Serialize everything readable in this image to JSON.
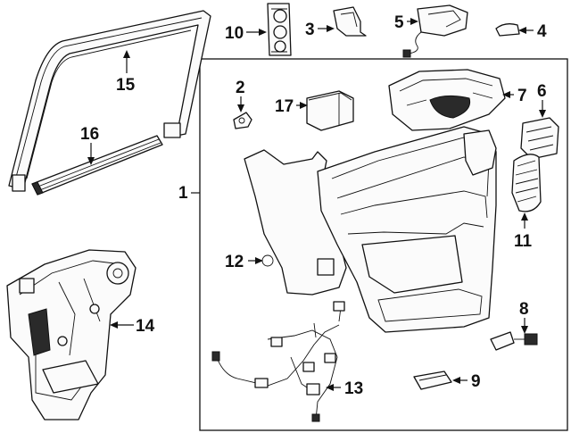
{
  "diagram": {
    "callouts": [
      {
        "id": "c1",
        "label": "1"
      },
      {
        "id": "c2",
        "label": "2"
      },
      {
        "id": "c3",
        "label": "3"
      },
      {
        "id": "c4",
        "label": "4"
      },
      {
        "id": "c5",
        "label": "5"
      },
      {
        "id": "c6",
        "label": "6"
      },
      {
        "id": "c7",
        "label": "7"
      },
      {
        "id": "c8",
        "label": "8"
      },
      {
        "id": "c9",
        "label": "9"
      },
      {
        "id": "c10",
        "label": "10"
      },
      {
        "id": "c11",
        "label": "11"
      },
      {
        "id": "c12",
        "label": "12"
      },
      {
        "id": "c13",
        "label": "13"
      },
      {
        "id": "c14",
        "label": "14"
      },
      {
        "id": "c15",
        "label": "15"
      },
      {
        "id": "c16",
        "label": "16"
      },
      {
        "id": "c17",
        "label": "17"
      }
    ]
  },
  "colors": {
    "line": "#111111",
    "background": "#ffffff",
    "dark_fill": "#2a2a2a"
  }
}
